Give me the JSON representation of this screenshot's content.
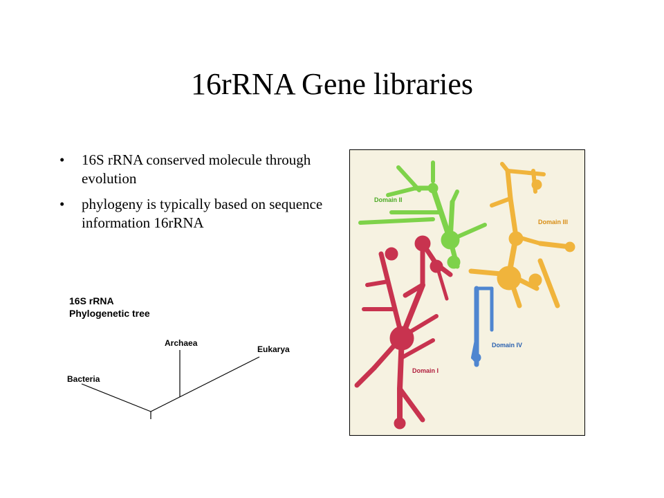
{
  "slide": {
    "title": "16rRNA Gene libraries",
    "bullets": [
      {
        "text": "16S rRNA conserved molecule through evolution"
      },
      {
        "text": "phylogeny is typically based on sequence information 16rRNA"
      }
    ]
  },
  "tree_figure": {
    "title_line1": "16S rRNA",
    "title_line2": "Phylogenetic tree",
    "taxa": {
      "bacteria": "Bacteria",
      "archaea": "Archaea",
      "eukarya": "Eukarya"
    }
  },
  "rna_figure": {
    "domains": {
      "domain_1": "Domain I",
      "domain_2": "Domain II",
      "domain_3": "Domain III",
      "domain_4": "Domain IV"
    },
    "colors": {
      "domain_1": "#c8334f",
      "domain_2": "#7ed24a",
      "domain_3": "#f0b43c",
      "domain_4": "#4f86d0",
      "background": "#f6f2e1"
    }
  }
}
